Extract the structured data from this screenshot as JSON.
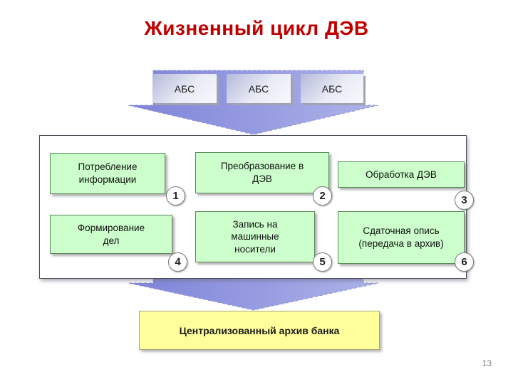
{
  "slide": {
    "title": "Жизненный цикл ДЭВ",
    "page_number": "13"
  },
  "sources": [
    {
      "label": "АБС"
    },
    {
      "label": "АБС"
    },
    {
      "label": "АБС"
    }
  ],
  "stages": [
    {
      "number": "1",
      "label": "Потребление информации"
    },
    {
      "number": "2",
      "label": "Преобразование в ДЭВ"
    },
    {
      "number": "3",
      "label": "Обработка ДЭВ"
    },
    {
      "number": "4",
      "label": "Формирование дел"
    },
    {
      "number": "5",
      "label": "Запись на машинные носители"
    },
    {
      "number": "6",
      "label": "Сдаточная опись (передача в архив)"
    }
  ],
  "archive": {
    "label": "Централизованный архив банка"
  },
  "colors": {
    "title": "#C00000",
    "stage_fill": "#CCFFCC",
    "archive_fill": "#FFFF9C",
    "arrow_fill_dark": "#7E83D8",
    "arrow_fill_light": "#AEB3EA",
    "source_fill": "#B4B9DA"
  }
}
